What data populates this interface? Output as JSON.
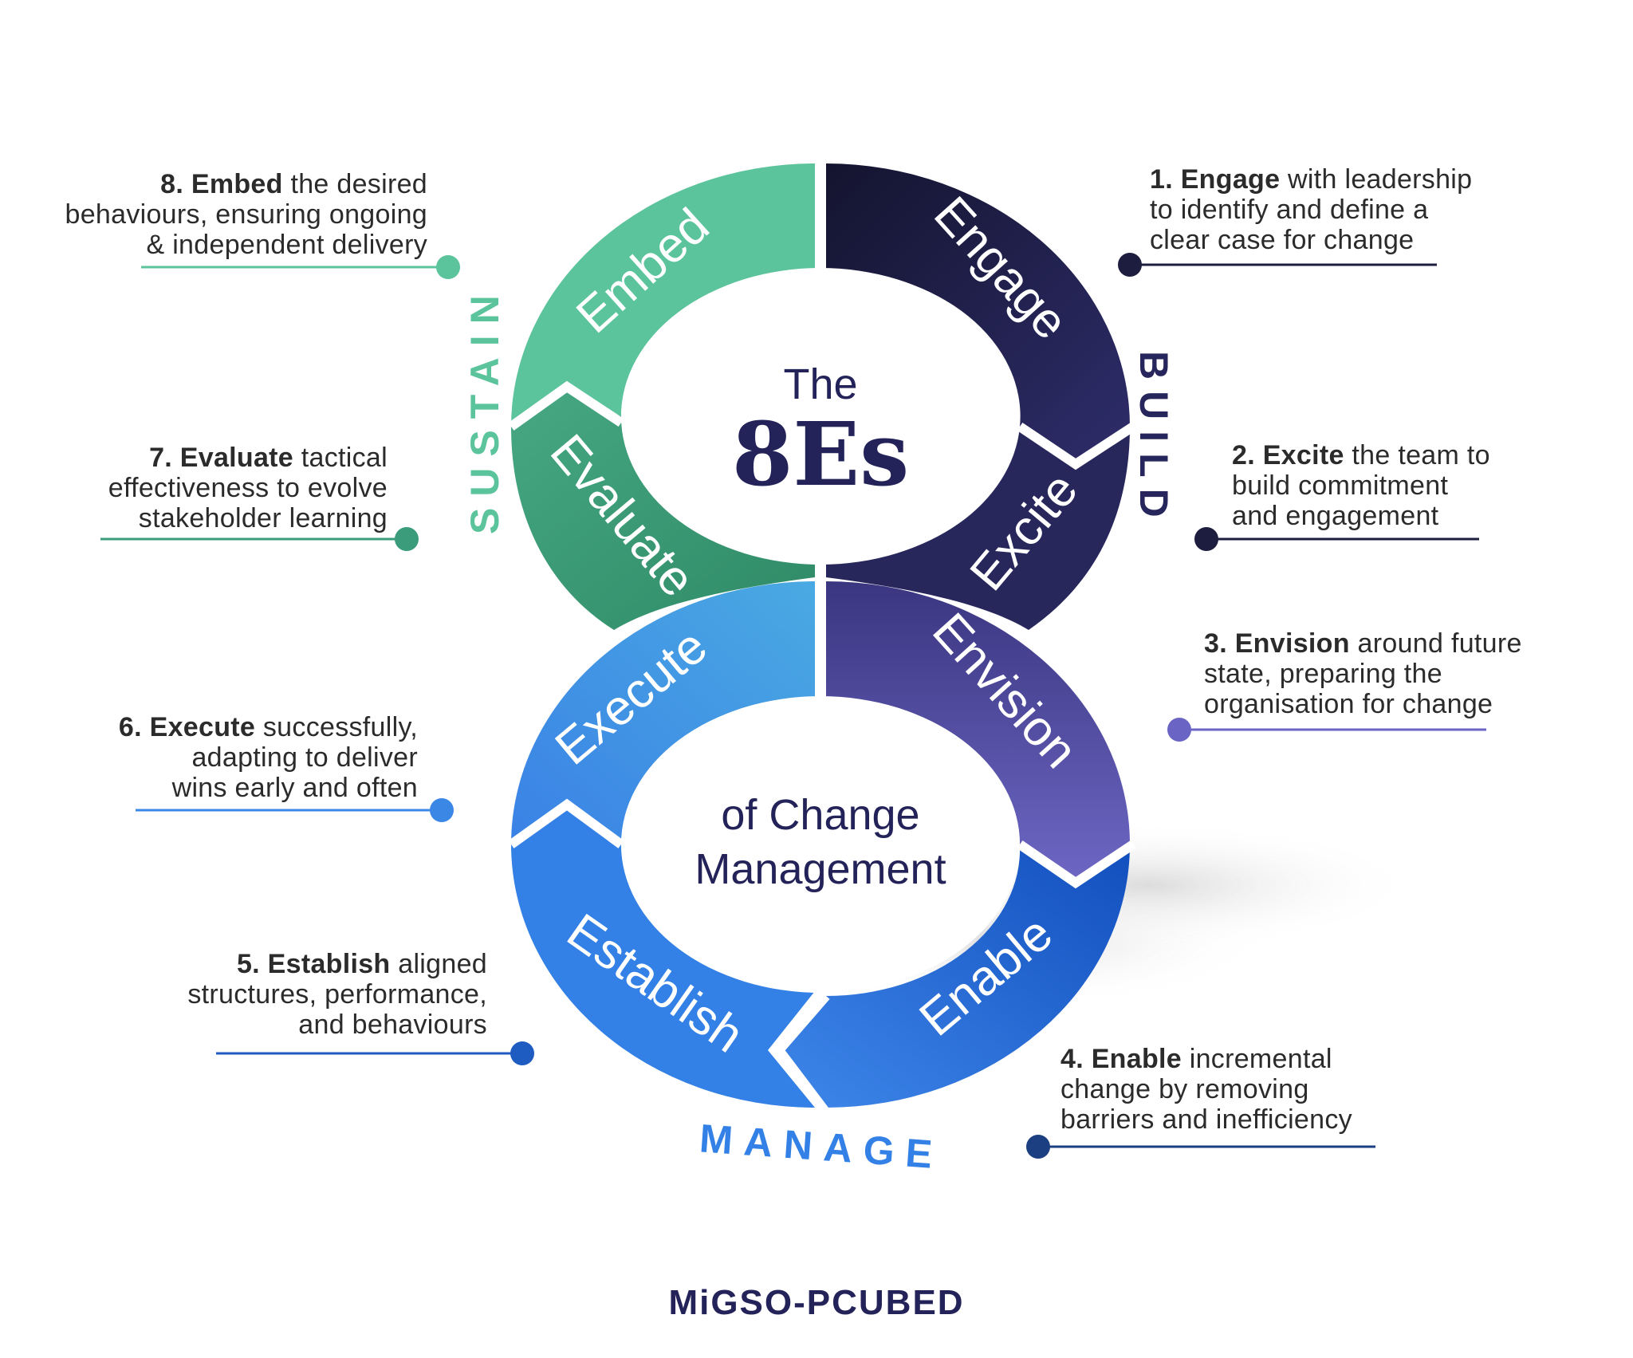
{
  "title": {
    "the": "The",
    "main": "8Es",
    "sub_line1": "of Change",
    "sub_line2": "Management"
  },
  "phases": {
    "build": "BUILD",
    "manage": "MANAGE",
    "sustain": "SUSTAIN"
  },
  "segments": [
    {
      "label": "Engage",
      "color": "#26255c"
    },
    {
      "label": "Excite",
      "color": "#27265a"
    },
    {
      "label": "Envision",
      "color": "#5b56ad"
    },
    {
      "label": "Enable",
      "color": "#1d64cf"
    },
    {
      "label": "Establish",
      "color": "#3380e6"
    },
    {
      "label": "Execute",
      "color": "#3d8fe3"
    },
    {
      "label": "Evaluate",
      "color": "#3d9c78"
    },
    {
      "label": "Embed",
      "color": "#5cc49c"
    }
  ],
  "steps": [
    {
      "num": "1. Engage",
      "line1": " with leadership",
      "line2": "to identify and define a",
      "line3": "clear case for change",
      "color": "#1d1d3f"
    },
    {
      "num": "2. Excite",
      "line1": " the team to",
      "line2": "build commitment",
      "line3": "and engagement",
      "color": "#1d1d3f"
    },
    {
      "num": "3. Envision",
      "line1": " around future",
      "line2": "state, preparing the",
      "line3": "organisation for change",
      "color": "#6a64c4"
    },
    {
      "num": "4. Enable",
      "line1": " incremental",
      "line2": "change by removing",
      "line3": "barriers and inefficiency",
      "color": "#1b3f80"
    },
    {
      "num": "5. Establish",
      "line1": " aligned",
      "line2": "structures, performance,",
      "line3": "and behaviours",
      "color": "#1e5cc2"
    },
    {
      "num": "6. Execute",
      "line1": " successfully,",
      "line2": "adapting to deliver",
      "line3": "wins early and often",
      "color": "#3b87e6"
    },
    {
      "num": "7. Evaluate",
      "line1": " tactical",
      "line2": "effectiveness to evolve",
      "line3": "stakeholder learning",
      "color": "#3a9c7a"
    },
    {
      "num": "8. Embed",
      "line1": " the desired",
      "line2": "behaviours, ensuring ongoing",
      "line3": "& independent delivery",
      "color": "#5cc49c"
    }
  ],
  "logo": "MiGSO-PCUBED"
}
